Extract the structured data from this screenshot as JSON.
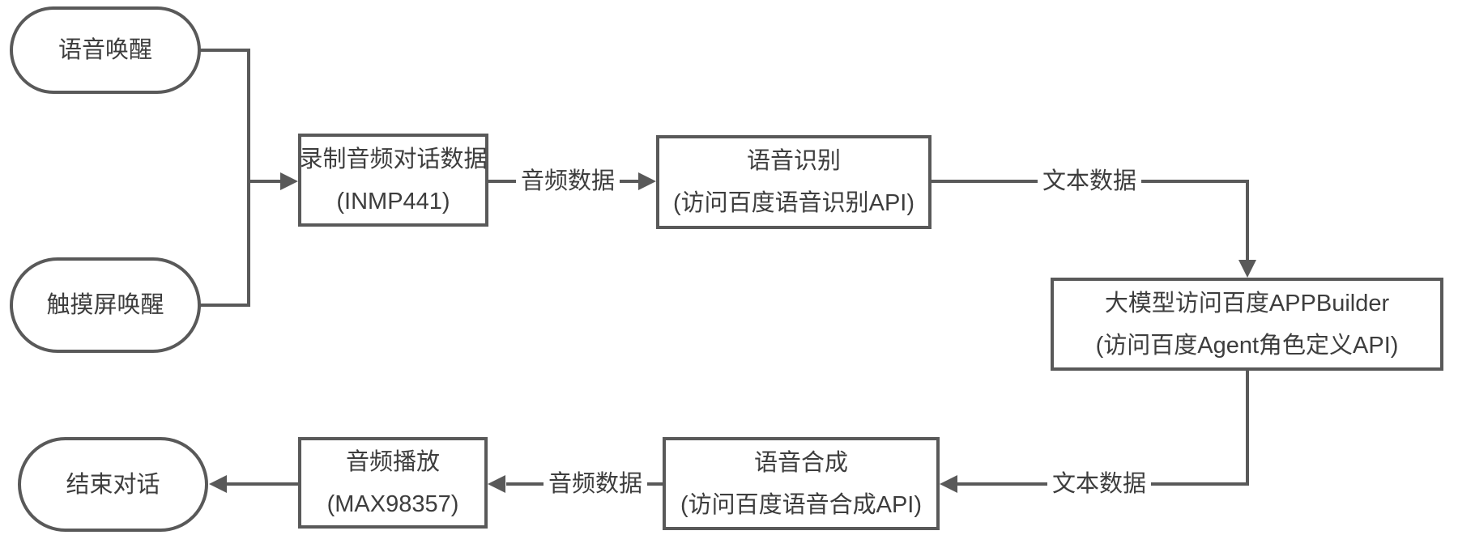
{
  "diagram": {
    "type": "flowchart",
    "background_color": "#ffffff",
    "line_color": "#595959",
    "text_color": "#3d3d3d",
    "nodes": {
      "voice_wake": {
        "shape": "stadium",
        "label": "语音唤醒"
      },
      "touch_wake": {
        "shape": "stadium",
        "label": "触摸屏唤醒"
      },
      "record": {
        "shape": "rect",
        "line1": "录制音频对话数据",
        "line2": "(INMP441)"
      },
      "asr": {
        "shape": "rect",
        "line1": "语音识别",
        "line2": "(访问百度语音识别API)"
      },
      "llm": {
        "shape": "rect",
        "line1": "大模型访问百度APPBuilder",
        "line2": "(访问百度Agent角色定义API)"
      },
      "tts": {
        "shape": "rect",
        "line1": "语音合成",
        "line2": "(访问百度语音合成API)"
      },
      "play": {
        "shape": "rect",
        "line1": "音频播放",
        "line2": "(MAX98357)"
      },
      "end": {
        "shape": "stadium",
        "label": "结束对话"
      }
    },
    "edges": {
      "wake_to_record": {
        "label": ""
      },
      "record_to_asr": {
        "label": "音频数据"
      },
      "asr_to_llm": {
        "label": "文本数据"
      },
      "llm_to_tts": {
        "label": "文本数据"
      },
      "tts_to_play": {
        "label": "音频数据"
      },
      "play_to_end": {
        "label": ""
      }
    }
  }
}
